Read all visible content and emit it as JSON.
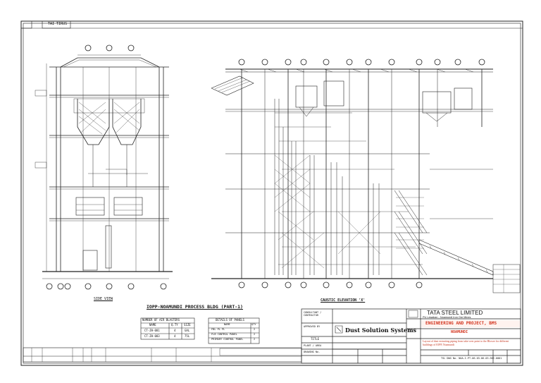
{
  "drawing": {
    "sheet_tag": "TAI TIRUS",
    "left_view_label": "SIDE VIEW",
    "process_block_title": "IOPP-NOAMUNDI PROCESS BLDG (PART-1)",
    "right_view_label": "CAUSTIC ELEVATION 'X'"
  },
  "table_blasters": {
    "heading": "NUMBER OF AIR BLASTERS",
    "columns": [
      "NAME",
      "Q.TY",
      "SIZE"
    ],
    "rows": [
      [
        "CT-ZH-081",
        "4",
        "GAL"
      ],
      [
        "CT-ZH-083",
        "4",
        "75L"
      ]
    ]
  },
  "table_panels": {
    "heading": "DETAILS OF PANELS",
    "columns": [
      "NAME",
      "QTY"
    ],
    "rows": [
      [
        "FBL PL PL",
        "2"
      ],
      [
        "FLB CONTROL PANEL",
        "2"
      ],
      [
        "PRIMARY CONTROL PANEL",
        "2"
      ]
    ]
  },
  "title_block": {
    "company": "TATA STEEL LIMITED",
    "company_sub": "PU Lewakan - Noamundi Iron Ore Mines",
    "department": "ENGINEERING AND PROJECT, BMS",
    "site": "NOAMUNDI",
    "consultant": "Dust Solution Systems",
    "left_labels": [
      "CONSULTANT / CONTRACTOR",
      "APPROVED BY",
      "TITLE",
      "PLANT / AREA",
      "DRAWING No."
    ],
    "description": "Layout of dust extracting piping from take-over point to the Blower for different buildings of IOPP, Noamundi",
    "drawing_no": "TSL DWG No. NOA-I-PT-06-03-06-03-SKE-0001"
  }
}
